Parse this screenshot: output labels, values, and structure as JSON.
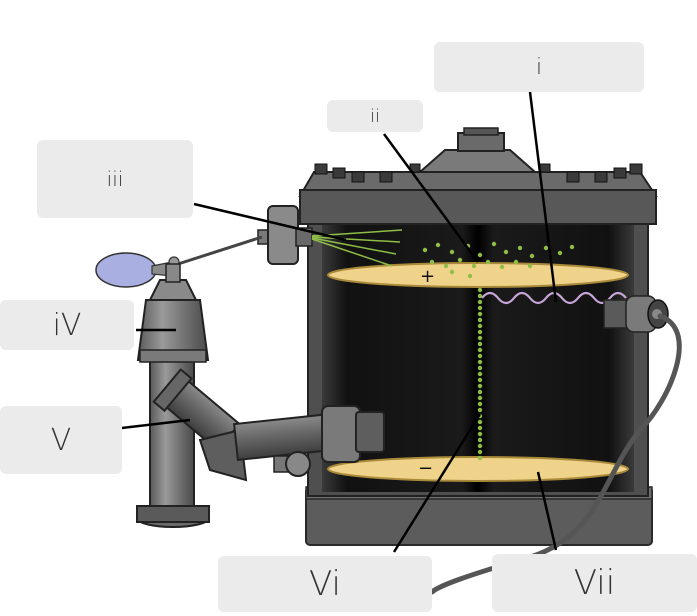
{
  "diagram": {
    "title": "",
    "labels": {
      "i": "i",
      "ii": "ii",
      "iii": "iii",
      "iv": "iV",
      "v": "V",
      "vi": "Vi",
      "vii": "Vii"
    },
    "plate_signs": {
      "top": "+",
      "bottom": "−"
    },
    "colors": {
      "label_box": "#ebebeb",
      "plate": "#f0d38a",
      "droplet": "#8fbe46",
      "chamber_body": "#555555",
      "bulb": "#a9afe0",
      "xray_wave": "#c8a6d8"
    }
  }
}
